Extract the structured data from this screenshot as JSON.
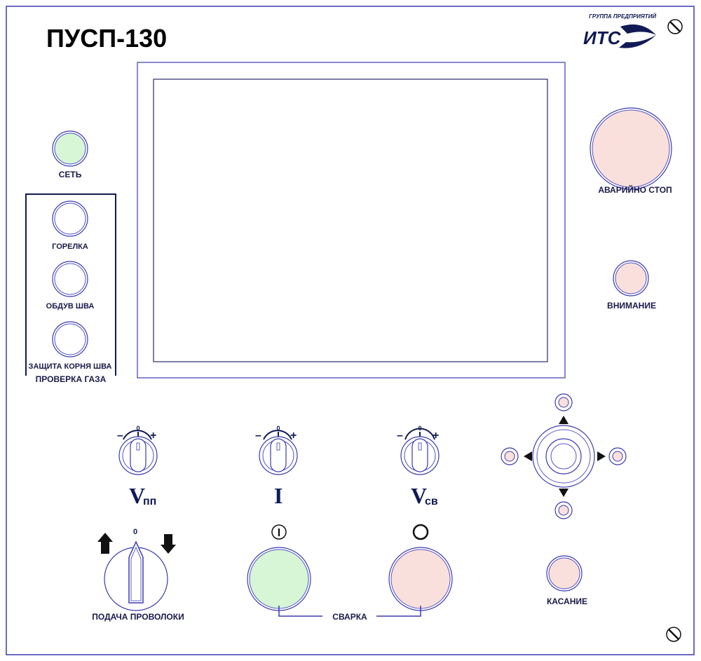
{
  "panel": {
    "title": "ПУСП-130",
    "logo": {
      "caption": "ГРУППА ПРЕДПРИЯТИЙ",
      "text": "ИТС"
    },
    "colors": {
      "outline": "#3b3bb0",
      "green": "#d6f6d6",
      "pink": "#fae0dc",
      "dark": "#111a55"
    }
  },
  "lamps": {
    "network": "СЕТЬ",
    "group_title": "ПРОВЕРКА ГАЗА",
    "burner": "ГОРЕЛКА",
    "seam_blow": "ОБДУВ ШВА",
    "root_protect": "ЗАЩИТА КОРНЯ ШВА"
  },
  "right_controls": {
    "emergency_stop": "АВАРИЙНО СТОП",
    "attention": "ВНИМАНИЕ",
    "touch": "КАСАНИЕ"
  },
  "knobs": {
    "minus": "–",
    "zero": "0",
    "plus": "+",
    "v_feed_main": "V",
    "v_feed_sub": "пп",
    "current": "I",
    "v_weld_main": "V",
    "v_weld_sub": "св"
  },
  "wire_feed": {
    "label": "ПОДАЧА ПРОВОЛОКИ",
    "zero": "0"
  },
  "welding": {
    "label": "СВАРКА",
    "on_symbol": "I"
  }
}
